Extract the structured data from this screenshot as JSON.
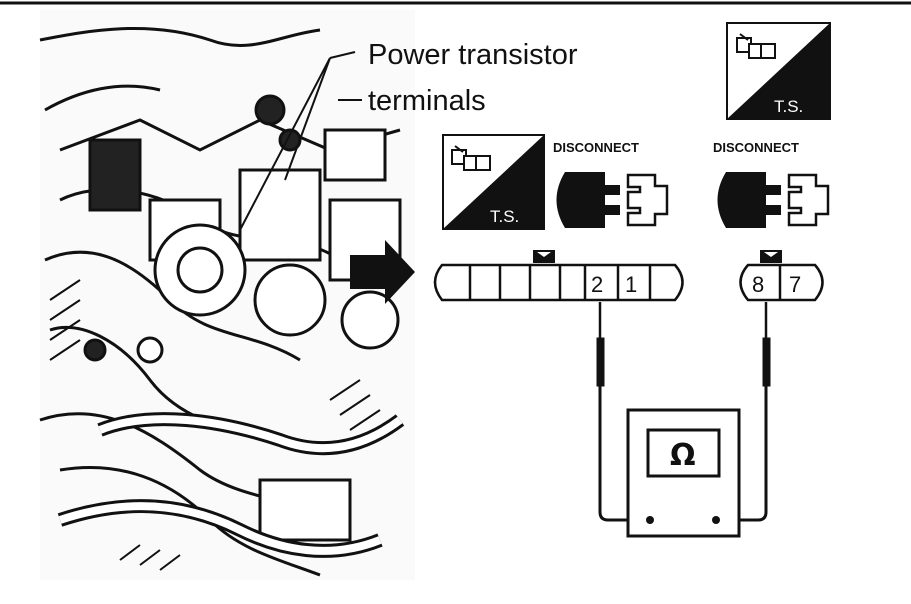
{
  "callout": {
    "line1": "Power transistor",
    "line2": "terminals"
  },
  "icons": {
    "ts_label": "T.S.",
    "disconnect_label": "DISCONNECT"
  },
  "connectors": {
    "left_pins": [
      "2",
      "1"
    ],
    "right_pins": [
      "8",
      "7"
    ]
  },
  "meter": {
    "symbol": "Ω"
  }
}
